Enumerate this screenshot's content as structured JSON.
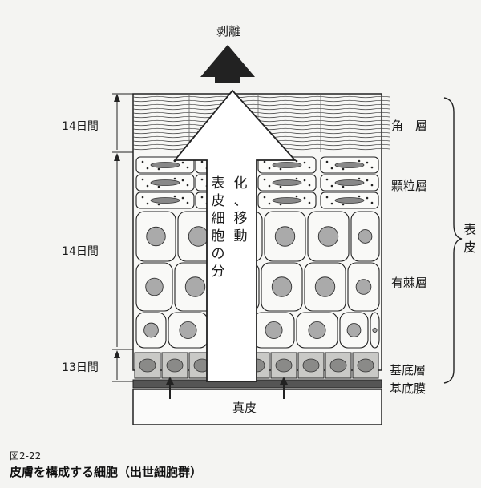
{
  "title": "剥離",
  "arrow_text": "表皮細胞の分化、移動",
  "layers": {
    "kakuso": "角　層",
    "karyuso": "顆粒層",
    "yukyokuso": "有棘層",
    "kiteiso": "基底層",
    "kiteimaku": "基底膜",
    "shinpi": "真皮"
  },
  "group_label": "表皮",
  "durations": {
    "top": "14日間",
    "middle": "14日間",
    "bottom": "13日間"
  },
  "caption": {
    "figure_number": "図2-22",
    "title": "皮膚を構成する細胞（出世細胞群）"
  }
}
